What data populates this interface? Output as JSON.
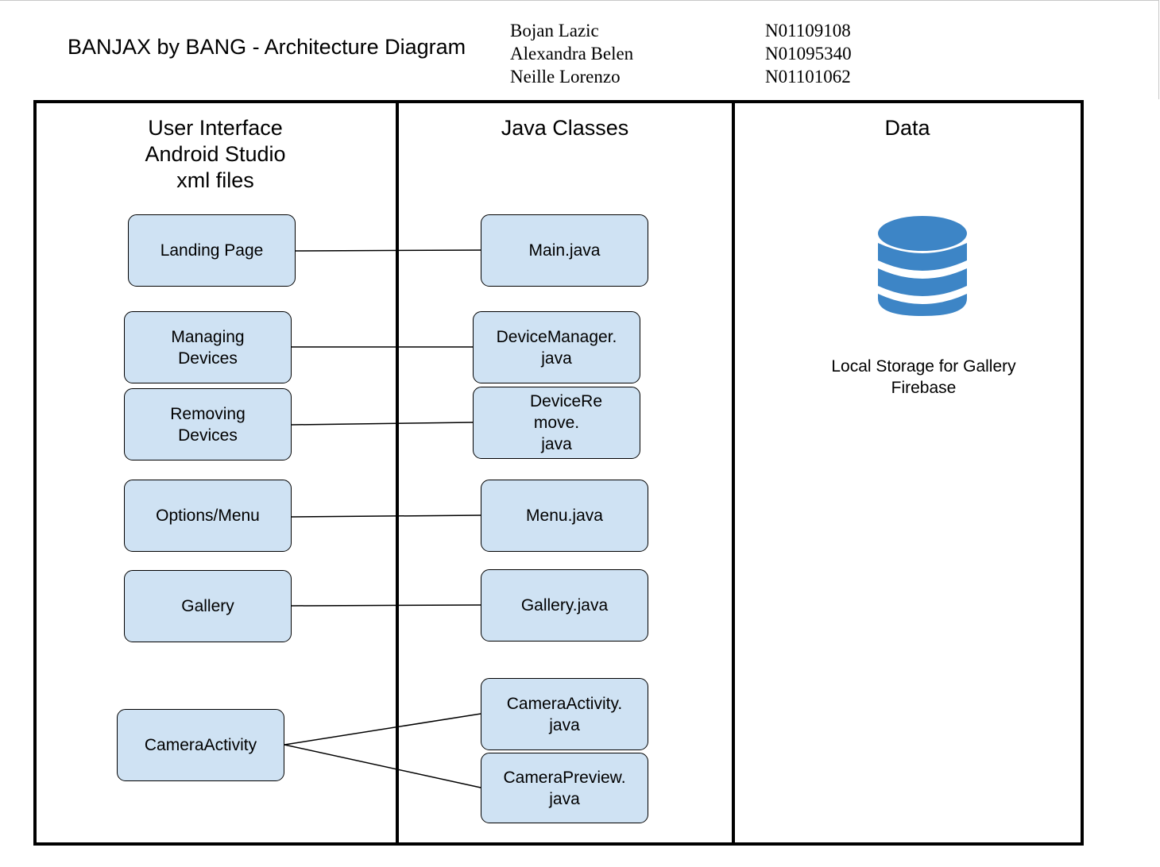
{
  "header": {
    "title": "BANJAX by BANG - Architecture Diagram",
    "authors": [
      {
        "name": "Bojan Lazic",
        "id": "N01109108"
      },
      {
        "name": "Alexandra Belen",
        "id": "N01095340"
      },
      {
        "name": "Neille Lorenzo",
        "id": "N01101062"
      }
    ]
  },
  "columns": {
    "ui": {
      "line1": "User Interface",
      "line2": "Android Studio",
      "line3": "xml files"
    },
    "java": {
      "title": "Java Classes"
    },
    "data": {
      "title": "Data"
    }
  },
  "ui_nodes": [
    {
      "line1": "Landing Page",
      "line2": ""
    },
    {
      "line1": "Managing",
      "line2": "Devices"
    },
    {
      "line1": "Removing",
      "line2": "Devices"
    },
    {
      "line1": "Options/Menu",
      "line2": ""
    },
    {
      "line1": "Gallery",
      "line2": ""
    },
    {
      "line1": "CameraActivity",
      "line2": ""
    }
  ],
  "java_nodes": [
    {
      "line1": "Main.java",
      "line2": "",
      "line3": ""
    },
    {
      "line1": "DeviceManager.",
      "line2": "java",
      "line3": ""
    },
    {
      "line1": "DeviceRe",
      "line2": "move.",
      "line3": "java"
    },
    {
      "line1": "Menu.java",
      "line2": "",
      "line3": ""
    },
    {
      "line1": "Gallery.java",
      "line2": "",
      "line3": ""
    },
    {
      "line1": "CameraActivity.",
      "line2": "java",
      "line3": ""
    },
    {
      "line1": "CameraPreview.",
      "line2": "java",
      "line3": ""
    }
  ],
  "data_store": {
    "icon": "database-icon",
    "color": "#3d85c6",
    "line1": "Local Storage for Gallery",
    "line2": "Firebase"
  }
}
